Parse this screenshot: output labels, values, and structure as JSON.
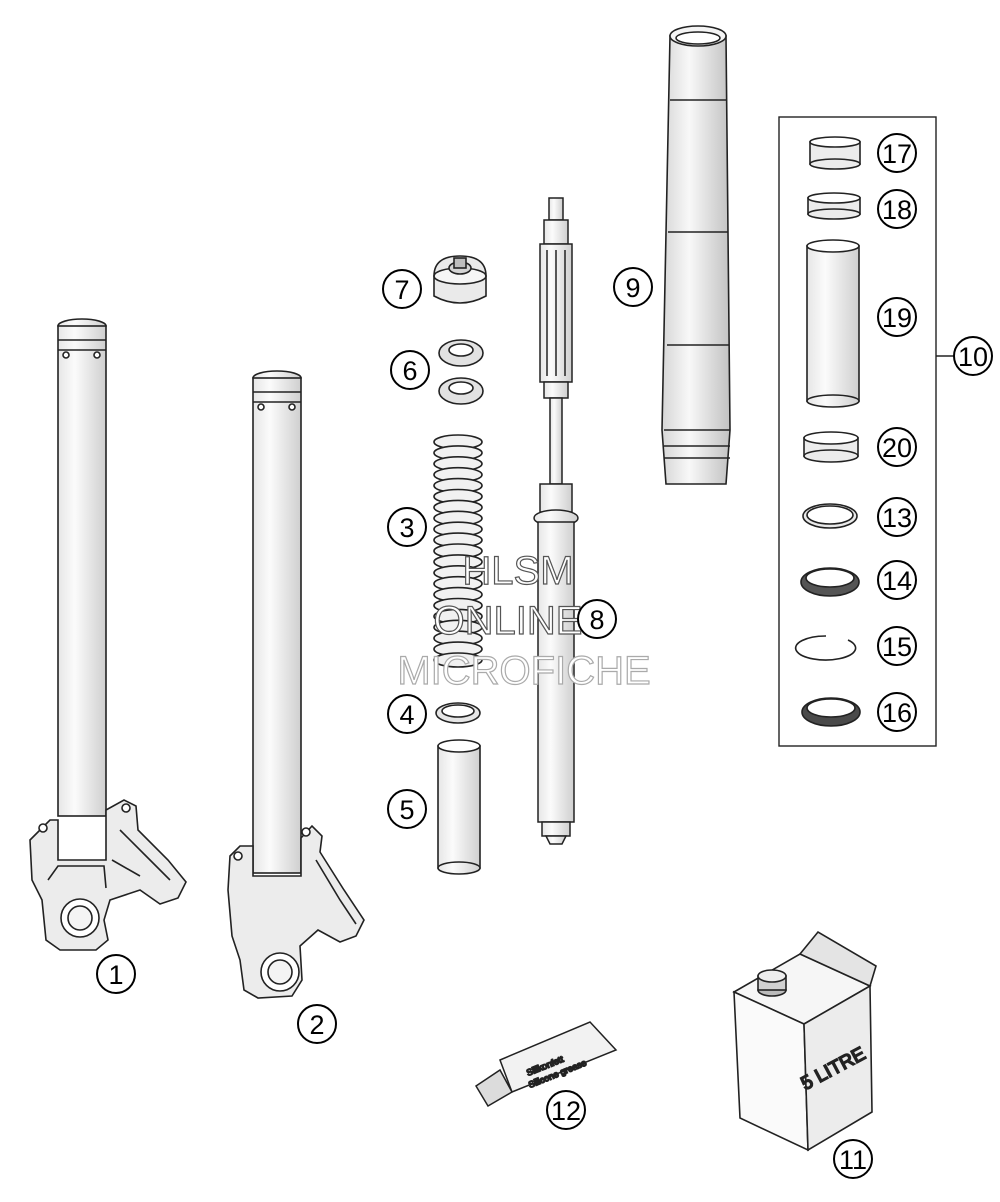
{
  "diagram": {
    "callouts": [
      {
        "id": "1",
        "label": "1"
      },
      {
        "id": "2",
        "label": "2"
      },
      {
        "id": "3",
        "label": "3"
      },
      {
        "id": "4",
        "label": "4"
      },
      {
        "id": "5",
        "label": "5"
      },
      {
        "id": "6",
        "label": "6"
      },
      {
        "id": "7",
        "label": "7"
      },
      {
        "id": "8",
        "label": "8"
      },
      {
        "id": "9",
        "label": "9"
      },
      {
        "id": "10",
        "label": "10"
      },
      {
        "id": "11",
        "label": "11"
      },
      {
        "id": "12",
        "label": "12"
      },
      {
        "id": "13",
        "label": "13"
      },
      {
        "id": "14",
        "label": "14"
      },
      {
        "id": "15",
        "label": "15"
      },
      {
        "id": "16",
        "label": "16"
      },
      {
        "id": "17",
        "label": "17"
      },
      {
        "id": "18",
        "label": "18"
      },
      {
        "id": "19",
        "label": "19"
      },
      {
        "id": "20",
        "label": "20"
      }
    ],
    "watermark": {
      "line1": "HLSM",
      "line2": "ONLINE",
      "line3": "MICROFICHE"
    },
    "tube_label": {
      "line1": "Silikonfett",
      "line2": "Silicone grease"
    },
    "canister_label": "5 LITRE"
  }
}
